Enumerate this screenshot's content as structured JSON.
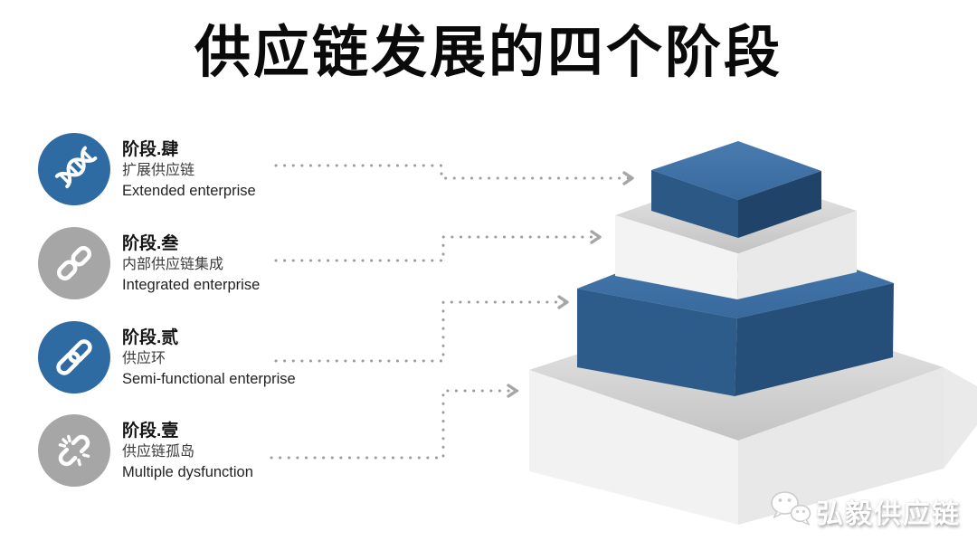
{
  "title": "供应链发展的四个阶段",
  "stages": [
    {
      "label": "阶段.肆",
      "subtitle_zh": "扩展供应链",
      "subtitle_en": "Extended enterprise",
      "icon": "dna-icon",
      "circle_color": "#2e6ba3"
    },
    {
      "label": "阶段.叁",
      "subtitle_zh": "内部供应链集成",
      "subtitle_en": "Integrated enterprise",
      "icon": "chain-icon",
      "circle_color": "#a6a6a6"
    },
    {
      "label": "阶段.贰",
      "subtitle_zh": "供应环",
      "subtitle_en": "Semi-functional enterprise",
      "icon": "link-icon",
      "circle_color": "#2e6ba3"
    },
    {
      "label": "阶段.壹",
      "subtitle_zh": "供应链孤岛",
      "subtitle_en": "Multiple dysfunction",
      "icon": "broken-link-icon",
      "circle_color": "#a6a6a6"
    }
  ],
  "pyramid": {
    "tiers": [
      {
        "name": "tier-1-bottom",
        "stage": "阶段.壹",
        "color_scheme": "white"
      },
      {
        "name": "tier-2",
        "stage": "阶段.贰",
        "color_scheme": "blue"
      },
      {
        "name": "tier-3",
        "stage": "阶段.叁",
        "color_scheme": "white"
      },
      {
        "name": "tier-4-top",
        "stage": "阶段.肆",
        "color_scheme": "blue"
      }
    ]
  },
  "watermark": {
    "text": "弘毅供应链",
    "icon": "wechat-icon"
  },
  "colors": {
    "title": "#0a0a0a",
    "blue_top": "#3d6fa5",
    "blue_left": "#2d5b88",
    "blue_right": "#224a72",
    "gray_top": "#c9c9c9",
    "gray_front_left": "#f2f2f2",
    "gray_front_right": "#e8e8e8",
    "circle_blue": "#2e6ba3",
    "circle_gray": "#a6a6a6",
    "arrow_dots": "#9c9c9c",
    "arrow_head": "#a6a6a6"
  }
}
